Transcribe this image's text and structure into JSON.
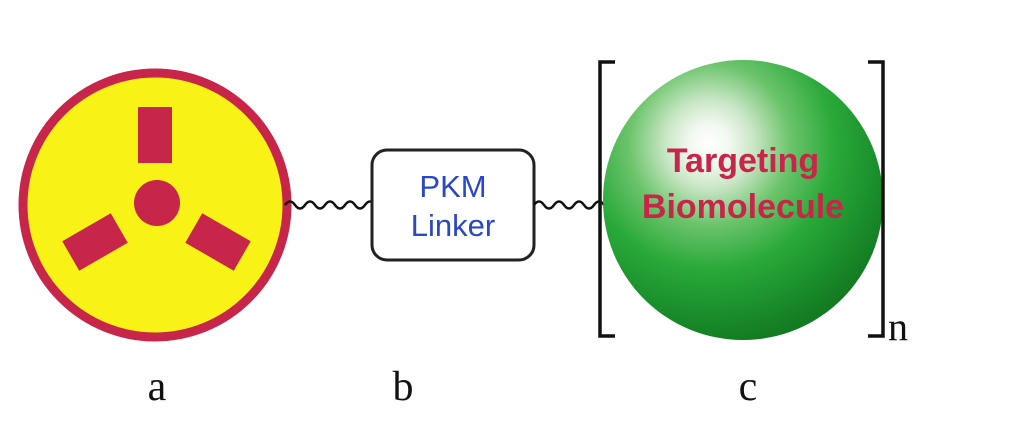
{
  "diagram": {
    "components": [
      {
        "id": "a",
        "caption": "a",
        "kind": "radiation-symbol"
      },
      {
        "id": "b",
        "caption": "b",
        "kind": "linker-box",
        "lines": [
          "PKM",
          "Linker"
        ]
      },
      {
        "id": "c",
        "caption": "c",
        "kind": "biomolecule-sphere",
        "lines": [
          "Targeting",
          "Biomolecule"
        ]
      }
    ],
    "bracket_subscript": "n",
    "colors": {
      "symbol_fill": "#f8f217",
      "symbol_accent": "#c8254a",
      "linker_text": "#2a47c4",
      "sphere_label": "#c8254a",
      "sphere_green": "#1f9a2c",
      "wire": "#111111"
    }
  }
}
